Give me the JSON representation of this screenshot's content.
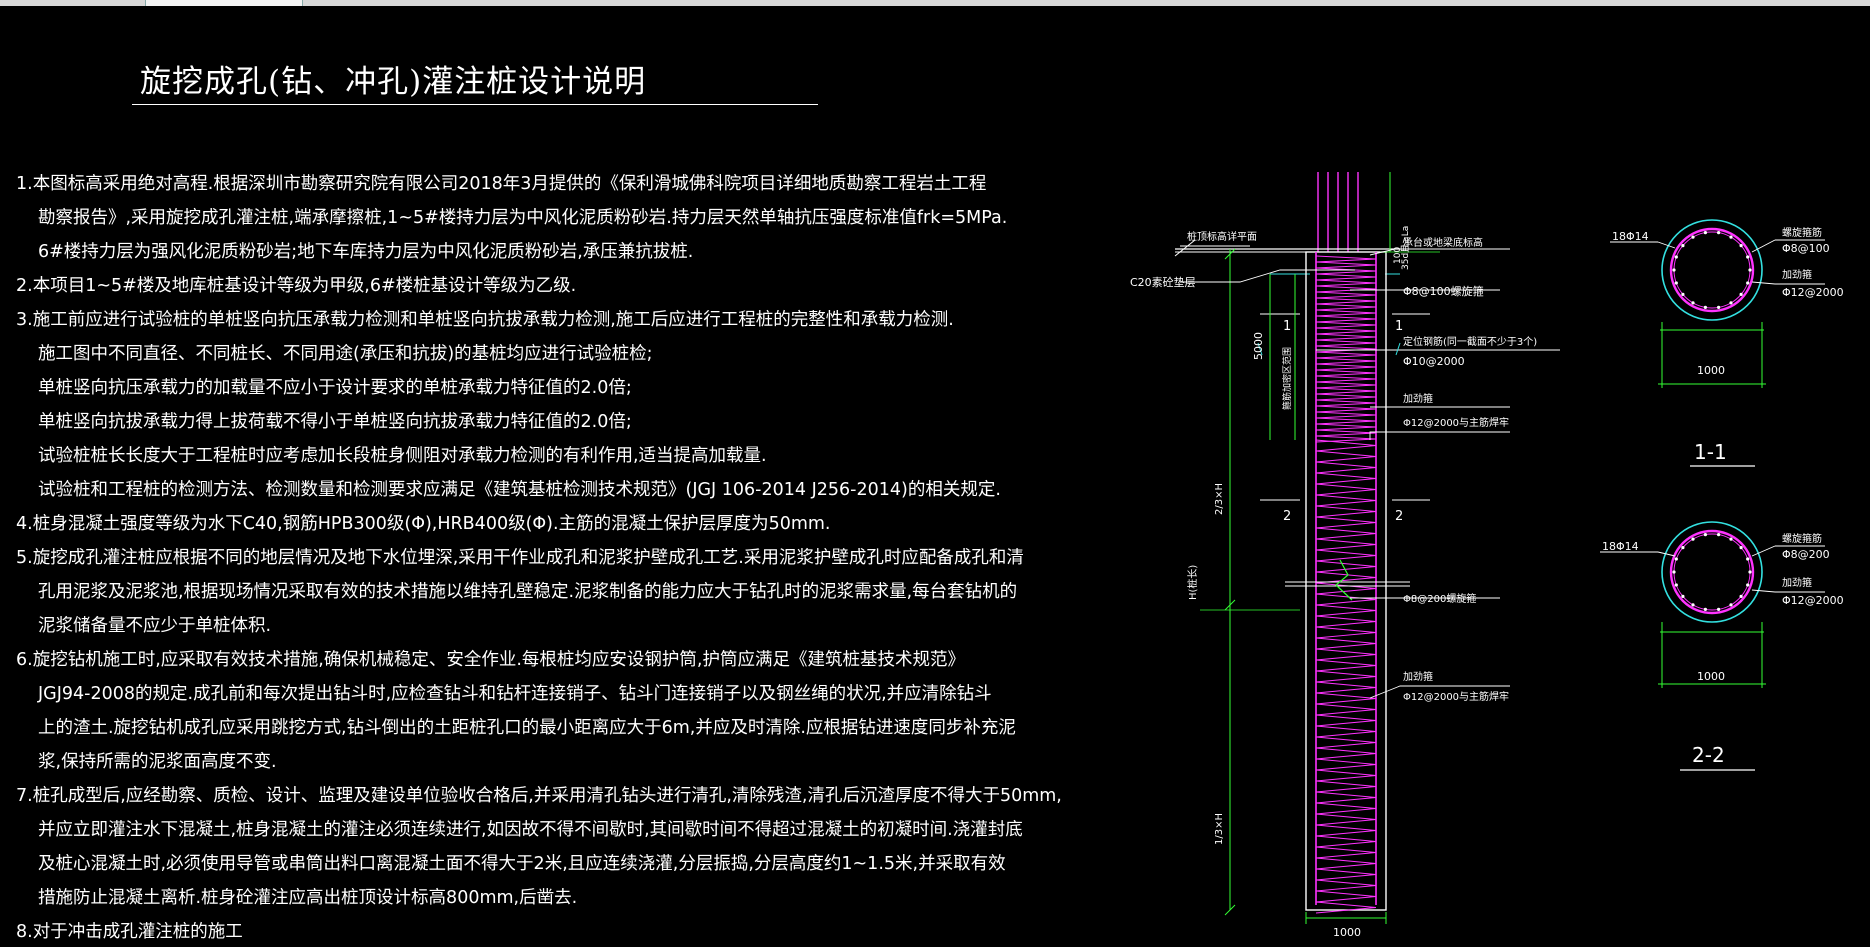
{
  "window": {
    "title": "旋挖成孔(钻、冲孔)灌注桩设计说明"
  },
  "notes": [
    {
      "id": "n1a",
      "text": "1.本图标高采用绝对高程.根据深圳市勘察研究院有限公司2018年3月提供的《保利滑城佛科院项目详细地质勘察工程岩土工程"
    },
    {
      "id": "n1b",
      "text": "勘察报告》,采用旋挖成孔灌注桩,端承摩擦桩,1~5#楼持力层为中风化泥质粉砂岩.持力层天然单轴抗压强度标准值frk=5MPa."
    },
    {
      "id": "n1c",
      "text": "6#楼持力层为强风化泥质粉砂岩;地下车库持力层为中风化泥质粉砂岩,承压兼抗拔桩."
    },
    {
      "id": "n2",
      "text": "2.本项目1~5#楼及地库桩基设计等级为甲级,6#楼桩基设计等级为乙级."
    },
    {
      "id": "n3a",
      "text": "3.施工前应进行试验桩的单桩竖向抗压承载力检测和单桩竖向抗拔承载力检测,施工后应进行工程桩的完整性和承载力检测."
    },
    {
      "id": "n3b",
      "text": "施工图中不同直径、不同桩长、不同用途(承压和抗拔)的基桩均应进行试验桩检;"
    },
    {
      "id": "n3c",
      "text": "单桩竖向抗压承载力的加载量不应小于设计要求的单桩承载力特征值的2.0倍;"
    },
    {
      "id": "n3d",
      "text": "单桩竖向抗拔承载力得上拔荷载不得小于单桩竖向抗拔承载力特征值的2.0倍;"
    },
    {
      "id": "n3e",
      "text": "试验桩桩长长度大于工程桩时应考虑加长段桩身侧阻对承载力检测的有利作用,适当提高加载量."
    },
    {
      "id": "n3f",
      "text": "试验桩和工程桩的检测方法、检测数量和检测要求应满足《建筑基桩检测技术规范》(JGJ 106-2014  J256-2014)的相关规定."
    },
    {
      "id": "n4",
      "text": "4.桩身混凝土强度等级为水下C40,钢筋HPB300级(Φ),HRB400级(Φ).主筋的混凝土保护层厚度为50mm."
    },
    {
      "id": "n5a",
      "text": "5.旋挖成孔灌注桩应根据不同的地层情况及地下水位埋深,采用干作业成孔和泥浆护壁成孔工艺.采用泥浆护壁成孔时应配备成孔和清"
    },
    {
      "id": "n5b",
      "text": "孔用泥浆及泥浆池,根据现场情况采取有效的技术措施以维持孔壁稳定.泥浆制备的能力应大于钻孔时的泥浆需求量,每台套钻机的"
    },
    {
      "id": "n5c",
      "text": "泥浆储备量不应少于单桩体积."
    },
    {
      "id": "n6a",
      "text": "6.旋挖钻机施工时,应采取有效技术措施,确保机械稳定、安全作业.每根桩均应安设钢护筒,护筒应满足《建筑桩基技术规范》"
    },
    {
      "id": "n6b",
      "text": "JGJ94-2008的规定.成孔前和每次提出钻斗时,应检查钻斗和钻杆连接销子、钻斗门连接销子以及钢丝绳的状况,并应清除钻斗"
    },
    {
      "id": "n6c",
      "text": "上的渣土.旋挖钻机成孔应采用跳挖方式,钻斗倒出的土距桩孔口的最小距离应大于6m,并应及时清除.应根据钻进速度同步补充泥"
    },
    {
      "id": "n6d",
      "text": "浆,保持所需的泥浆面高度不变."
    },
    {
      "id": "n7a",
      "text": "7.桩孔成型后,应经勘察、质检、设计、监理及建设单位验收合格后,并采用清孔钻头进行清孔,清除残渣,清孔后沉渣厚度不得大于50mm,"
    },
    {
      "id": "n7b",
      "text": "并应立即灌注水下混凝土,桩身混凝土的灌注必须连续进行,如因故不得不间歇时,其间歇时间不得超过混凝土的初凝时间.浇灌封底"
    },
    {
      "id": "n7c",
      "text": "及桩心混凝土时,必须使用导管或串筒出料口离混凝土面不得大于2米,且应连续浇灌,分层振捣,分层高度约1~1.5米,并采取有效"
    },
    {
      "id": "n7d",
      "text": "措施防止混凝土离析.桩身砼灌注应高出桩顶设计标高800mm,后凿去."
    },
    {
      "id": "n8",
      "text": "8.对于冲击成孔灌注桩的施工"
    }
  ],
  "pile_elevation": {
    "top_label": "桩顶标高详平面",
    "cap_label": "承台或地梁底标高",
    "c20_label": "C20素砼垫层",
    "anchor_len": "35d且≥La",
    "cover_100": "100",
    "stirrup_top": "Φ8@100螺旋箍",
    "spacer_label": "定位钢筋(同一截面不少于3个)",
    "spacer_spec": "Φ10@2000",
    "hoop_label_1": "加劲箍",
    "hoop_spec_1": "Φ12@2000与主筋焊牢",
    "dim_5000": "5000",
    "dense_zone": "箍筋加密区范围",
    "sec1_left": "1",
    "sec1_right": "1",
    "sec2_left": "2",
    "sec2_right": "2",
    "two_thirds": "2/3×H",
    "h_label": "H(桩长)",
    "one_third": "1/3×H",
    "stirrup_mid": "Φ8@200螺旋箍",
    "hoop_label_2": "加劲箍",
    "hoop_spec_2": "Φ12@2000与主筋焊牢",
    "width": "1000"
  },
  "section_1": {
    "main_bars": "18Φ14",
    "spiral_label": "螺旋箍筋",
    "spiral_spec": "Φ8@100",
    "hoop_label": "加劲箍",
    "hoop_spec": "Φ12@2000",
    "diameter": "1000",
    "caption": "1-1"
  },
  "section_2": {
    "main_bars": "18Φ14",
    "spiral_label": "螺旋箍筋",
    "spiral_spec": "Φ8@200",
    "hoop_label": "加劲箍",
    "hoop_spec": "Φ12@2000",
    "diameter": "1000",
    "caption": "2-2"
  },
  "colors": {
    "rebar": "#ff33ff",
    "circle": "#33e0e0",
    "dimension": "#33ff33",
    "line": "#ffffff"
  }
}
